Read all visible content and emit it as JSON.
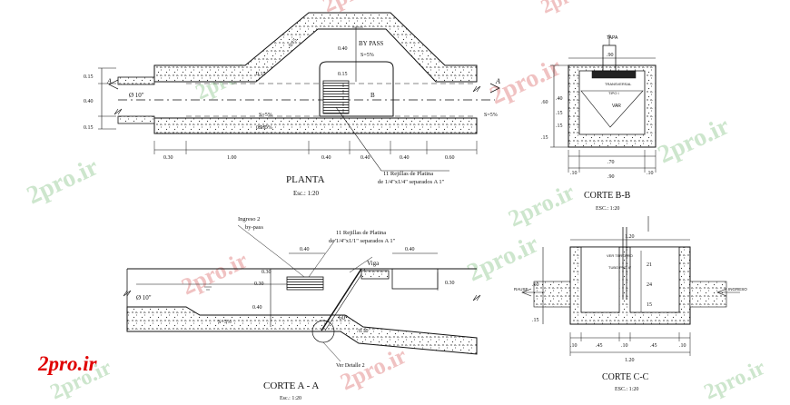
{
  "watermark": "2pro.ir",
  "logo": "2pro.ir",
  "planta": {
    "title": "PLANTA",
    "scale": "Esc.: 1:20",
    "bypass": "BY PASS",
    "slope_top": "S=5%",
    "slope_mid": "S=5%",
    "slope_right": "S=5%",
    "slope_bottom": "S=5%",
    "pipe": "Ø 10\"",
    "section_a_left": "A",
    "section_a_right": "A",
    "section_b": "B",
    "dims_left": [
      "0.15",
      "0.40",
      "0.15"
    ],
    "dims_mid": [
      "0.40",
      "0.15",
      "0.15",
      "0.15",
      "0.15"
    ],
    "dims_bottom": [
      "0.30",
      "1.00",
      "0.40",
      "0.40",
      "0.40",
      "0.60"
    ],
    "note_line1": "11 Rejillas de Platina",
    "note_line2": "de 1/4\"x1/4\" separados A 1\""
  },
  "corte_bb": {
    "title": "CORTE B-B",
    "scale": "ESC.: 1:20",
    "label_top": "TAPA",
    "inner_labels": [
      "TRANSVERSAL",
      "TIPO I",
      "VAR"
    ],
    "dims_top": ".90",
    "dims_left": [
      ".60",
      ".40",
      ".15",
      ".15",
      ".15"
    ],
    "dims_bottom1": ".70",
    "dims_bottom2": [
      ".10",
      ".90",
      ".10"
    ]
  },
  "corte_aa": {
    "title": "CORTE  A - A",
    "scale": "Esc.: 1:20",
    "ingreso1": "Ingreso 2",
    "ingreso2": "by-pass",
    "note_line1": "11 Rejillas de Platina",
    "note_line2": "de 1/4\"x1/1\" separados A 1\"",
    "viga": "Viga",
    "pipe": "Ø 10\"",
    "angle": "60°",
    "detalle": "Ver Detalle 2",
    "slope": "S=5%",
    "dims": [
      "0.40",
      "0.40",
      "0.30",
      "0.30",
      "0.40",
      "0.30",
      "0.10"
    ]
  },
  "corte_cc": {
    "title": "CORTE C-C",
    "scale": "ESC.: 1:20",
    "left_tag": "RAUSE",
    "right_tag": "INGRESO",
    "inner_labels": [
      "VER TERCERO",
      "TUBO PVC 4\""
    ],
    "dims_top": "1.20",
    "dims_right": [
      "21",
      "24",
      "15"
    ],
    "dims_left": [
      ".60",
      ".15"
    ],
    "dims_bottom1": [
      ".10",
      ".45",
      ".10",
      ".45",
      ".10"
    ],
    "dims_bottom2": "1.20"
  }
}
